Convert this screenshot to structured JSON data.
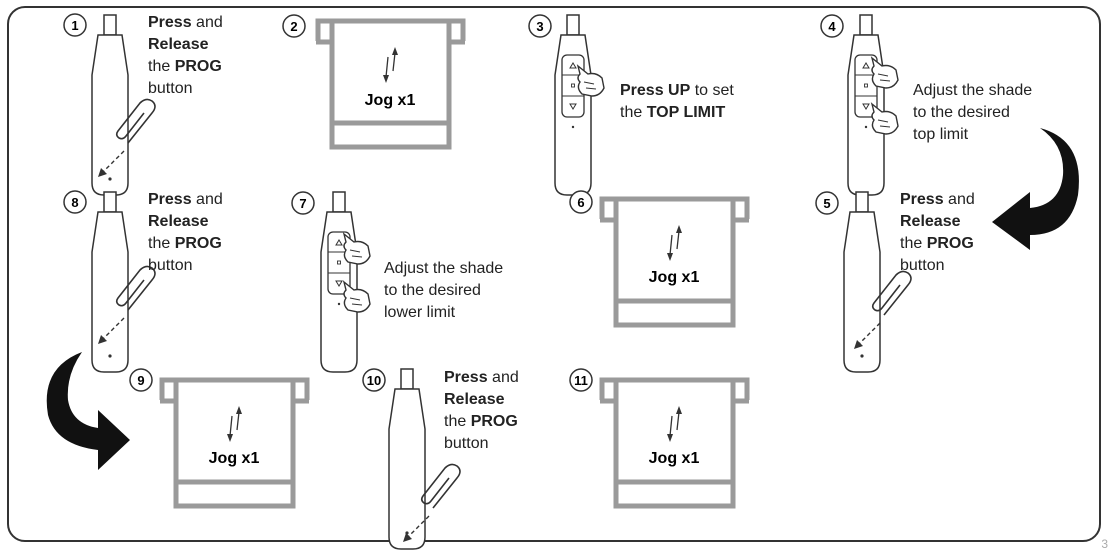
{
  "steps": {
    "s1": {
      "number": "1",
      "bold1": "Press",
      "plain1": " and",
      "bold2": "Release",
      "plain2": "the ",
      "bold3": "PROG",
      "plain3": "button"
    },
    "s2": {
      "number": "2",
      "shade_label": "Jog x1"
    },
    "s3": {
      "number": "3",
      "bold1": "Press UP",
      "plain1": " to set",
      "plain2": "the ",
      "bold2": "TOP LIMIT"
    },
    "s4": {
      "number": "4",
      "line1": "Adjust the shade",
      "line2": "to the desired",
      "line3": "top limit"
    },
    "s5": {
      "number": "5",
      "bold1": "Press",
      "plain1": " and",
      "bold2": "Release",
      "plain2": "the ",
      "bold3": "PROG",
      "plain3": "button"
    },
    "s6": {
      "number": "6",
      "shade_label": "Jog x1"
    },
    "s7": {
      "number": "7",
      "line1": "Adjust the shade",
      "line2": "to the desired",
      "line3": "lower limit"
    },
    "s8": {
      "number": "8",
      "bold1": "Press",
      "plain1": " and",
      "bold2": "Release",
      "plain2": "the ",
      "bold3": "PROG",
      "plain3": "button"
    },
    "s9": {
      "number": "9",
      "shade_label": "Jog x1"
    },
    "s10": {
      "number": "10",
      "bold1": "Press",
      "plain1": " and",
      "bold2": "Release",
      "plain2": "the ",
      "bold3": "PROG",
      "plain3": "button"
    },
    "s11": {
      "number": "11",
      "shade_label": "Jog x1"
    }
  },
  "page_number": "3",
  "colors": {
    "outline": "#333333",
    "shade_gray": "#9a9a9a",
    "arrow_black": "#111111"
  }
}
